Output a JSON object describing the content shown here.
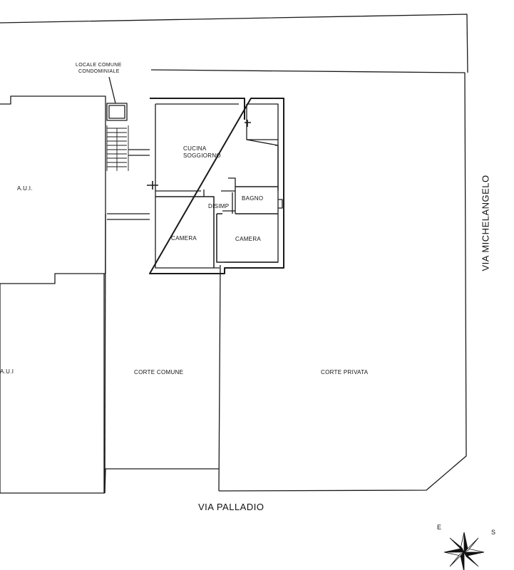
{
  "plan": {
    "locale_comune": [
      "LOCALE COMUNE",
      "CONDOMINIALE"
    ],
    "rooms": {
      "cucina": [
        "CUCINA",
        "SOGGIORNO"
      ],
      "bagno": "BAGNO",
      "disimp": "DISIMP",
      "camera_left": "CAMERA",
      "camera_right": "CAMERA"
    },
    "areas": {
      "aui_top": "A.U.I.",
      "aui_bottom": "A.U.I",
      "corte_comune": "CORTE COMUNE",
      "corte_privata": "CORTE PRIVATA"
    },
    "streets": {
      "palladio": "VIA PALLADIO",
      "michelangelo": "VIA MICHELANGELO"
    },
    "compass": {
      "e": "E",
      "s": "S"
    }
  }
}
